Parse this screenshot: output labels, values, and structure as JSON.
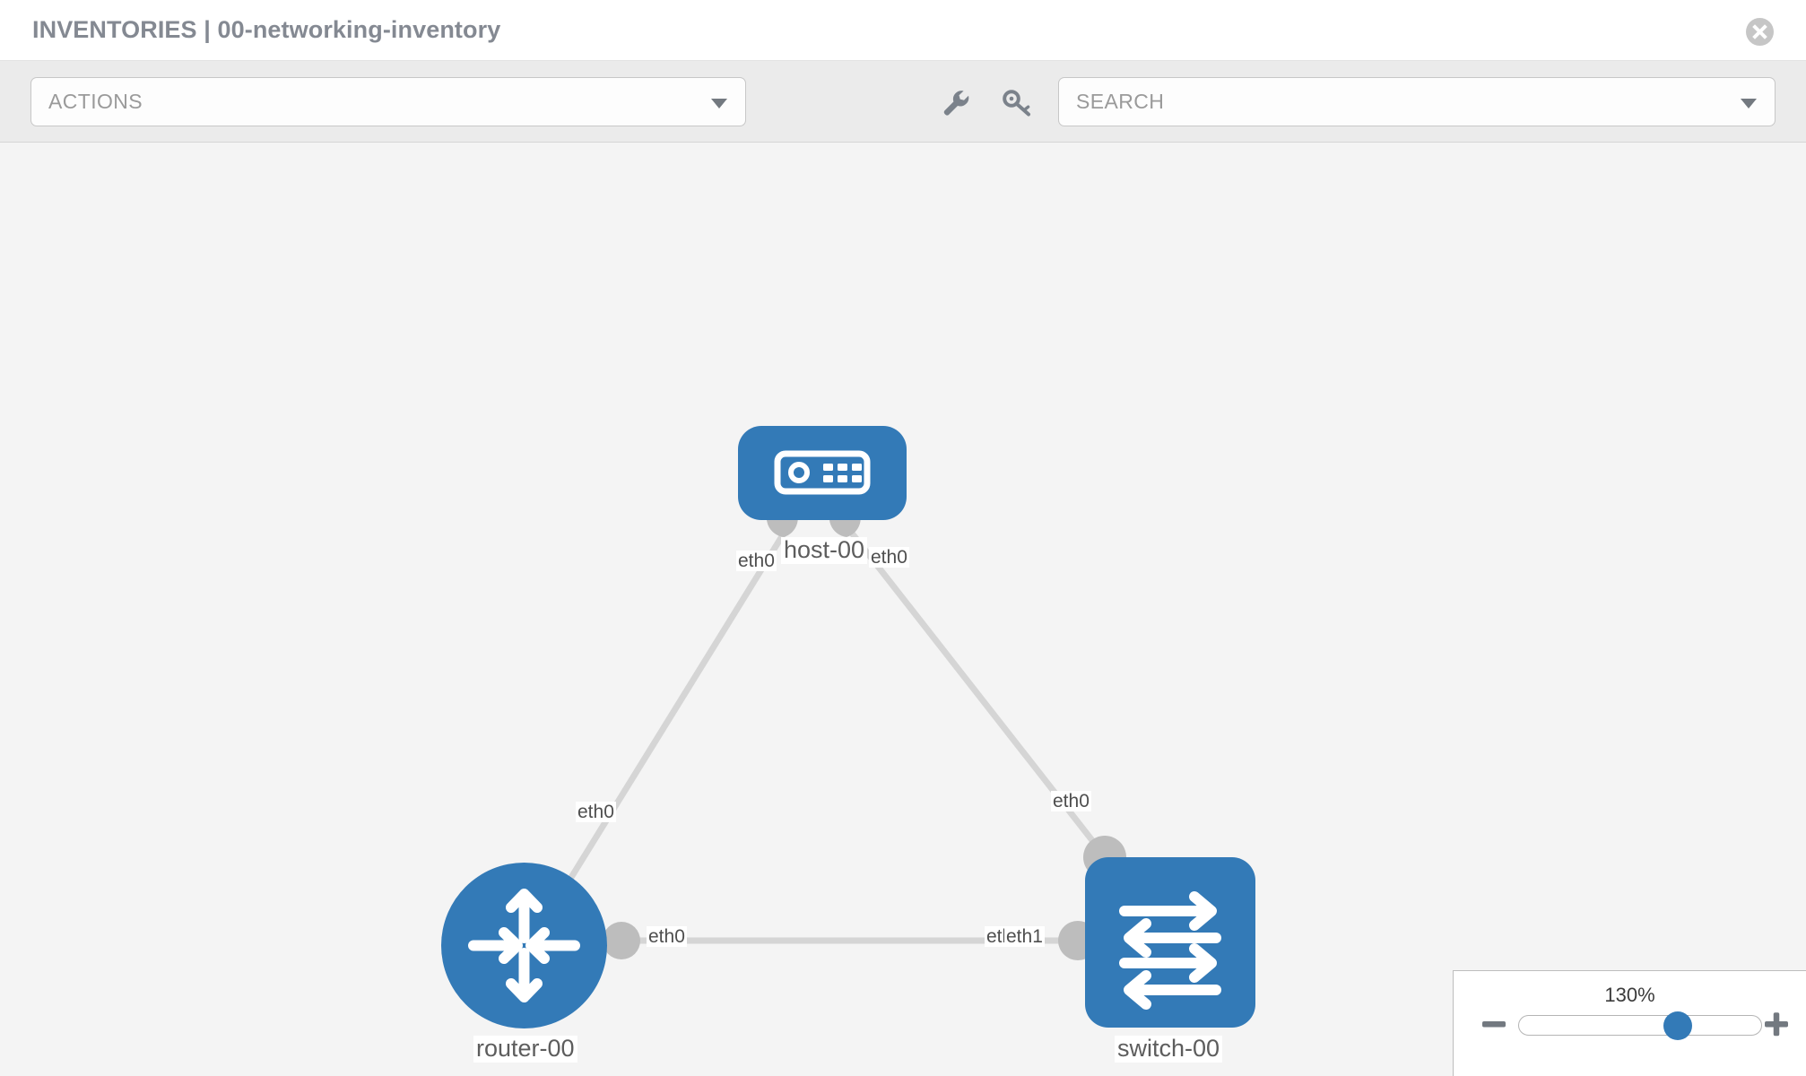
{
  "header": {
    "title": "INVENTORIES | 00-networking-inventory",
    "close_icon": "close-circle-icon"
  },
  "toolbar": {
    "actions_label": "ACTIONS",
    "actions_caret_icon": "caret-down-icon",
    "wrench_icon": "wrench-icon",
    "key_icon": "key-icon",
    "search_placeholder": "SEARCH",
    "search_value": "SEARCH",
    "search_caret_icon": "caret-down-icon"
  },
  "topology": {
    "nodes": [
      {
        "id": "host-00",
        "label": "host-00",
        "type": "host",
        "icon": "server-device-icon"
      },
      {
        "id": "router-00",
        "label": "router-00",
        "type": "router",
        "icon": "router-arrows-icon"
      },
      {
        "id": "switch-00",
        "label": "switch-00",
        "type": "switch",
        "icon": "switch-arrows-icon"
      }
    ],
    "interface_labels": {
      "host_left": "eth0",
      "host_right": "eth0",
      "router_uplink": "eth0",
      "switch_uplink": "eth0",
      "router_trunk": "eth0",
      "switch_trunk_a": "eth",
      "switch_trunk_b": "eth1"
    },
    "links": [
      {
        "from": "host-00",
        "to": "router-00",
        "from_iface": "eth0",
        "to_iface": "eth0"
      },
      {
        "from": "host-00",
        "to": "switch-00",
        "from_iface": "eth0",
        "to_iface": "eth0"
      },
      {
        "from": "router-00",
        "to": "switch-00",
        "from_iface": "eth0",
        "to_iface": "eth1"
      }
    ],
    "node_color": "#337ab7",
    "link_color": "#d5d5d5",
    "port_color": "#bdbdbd"
  },
  "zoom_control": {
    "value_label": "130%",
    "minus_icon": "minus-icon",
    "plus_icon": "plus-icon",
    "slider_percent": 65
  }
}
